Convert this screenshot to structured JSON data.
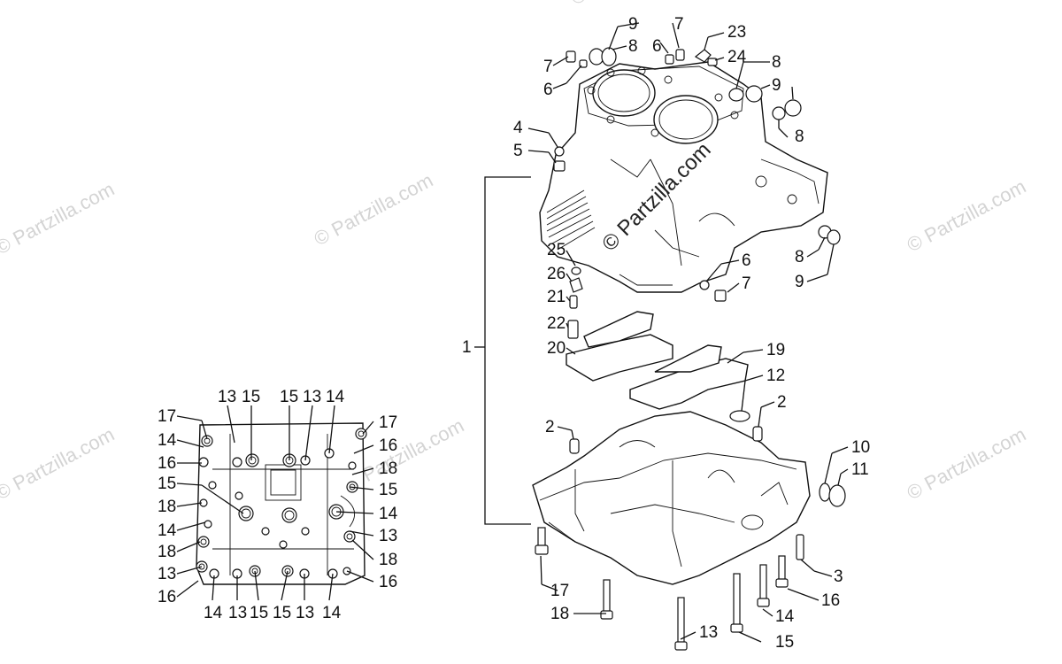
{
  "watermarks": [
    {
      "text": "© Partzilla.com"
    },
    {
      "text": "© Partzilla.com"
    },
    {
      "text": "© Partzilla.com"
    },
    {
      "text": "© Partzilla.com"
    },
    {
      "text": "© Partzilla.com"
    },
    {
      "text": "© Partzilla.com"
    },
    {
      "text": "© Partzilla.com"
    }
  ],
  "center_watermark": "© Partzilla.com",
  "callouts": {
    "c9a": "9",
    "c7a": "7",
    "c23": "23",
    "c8a": "8",
    "c6a": "6",
    "c24": "24",
    "c7b": "7",
    "c6b": "6",
    "c8b": "8",
    "c9b": "9",
    "c8c": "8",
    "c4": "4",
    "c5": "5",
    "c25": "25",
    "c26": "26",
    "c21": "21",
    "c22": "22",
    "c20": "20",
    "c6c": "6",
    "c7c": "7",
    "c8d": "8",
    "c9c": "9",
    "c1": "1",
    "c19": "19",
    "c12": "12",
    "c2a": "2",
    "c2b": "2",
    "c10": "10",
    "c11": "11",
    "c3": "3",
    "c16a": "16",
    "c17a": "17",
    "c18a": "18",
    "c14a": "14",
    "c13a": "13",
    "c15a": "15",
    "i13a": "13",
    "i15a": "15",
    "i15b": "15",
    "i13b": "13",
    "i14a": "14",
    "i17a": "17",
    "i14b": "14",
    "i16a": "16",
    "i16b": "16",
    "i15c": "15",
    "i18a": "18",
    "i18b": "18",
    "i15d": "15",
    "i14c": "14",
    "i14d": "14",
    "i13c": "13",
    "i18c": "18",
    "i18d": "18",
    "i13d": "13",
    "i16c": "16",
    "i16d": "16",
    "i17b": "17",
    "i14e": "14",
    "i13e": "13",
    "i15e": "15",
    "i15f": "15",
    "i13f": "13",
    "i14f": "14"
  }
}
